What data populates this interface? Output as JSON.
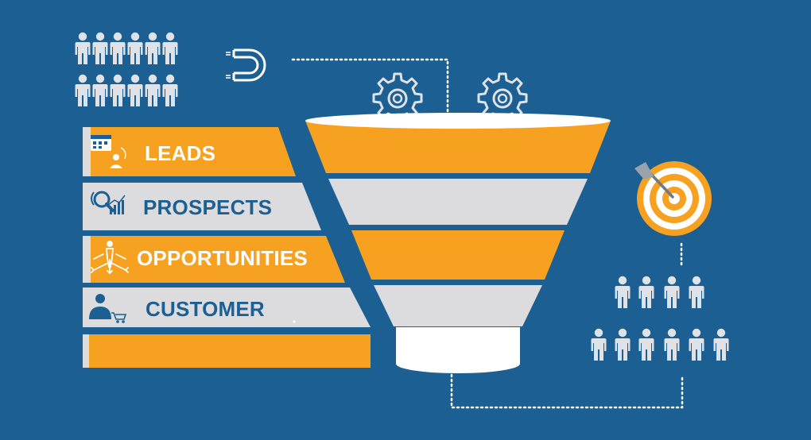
{
  "stages": [
    {
      "label": "LEADS",
      "icon": "leads-icon"
    },
    {
      "label": "PROSPECTS",
      "icon": "prospects-icon"
    },
    {
      "label": "OPPORTUNITIES",
      "icon": "opportunities-icon"
    },
    {
      "label": "CUSTOMER",
      "icon": "customer-icon"
    }
  ],
  "colors": {
    "background": "#1b5f93",
    "orange": "#f7a120",
    "light": "#dcdcdf",
    "white": "#ffffff",
    "people": "#dfe2e6",
    "label_on_orange": "#ffffff",
    "label_on_light": "#1b5f93"
  },
  "icons": [
    "people-group-icon",
    "magnet-icon",
    "gear-icon",
    "funnel-icon",
    "target-icon",
    "dart-icon"
  ]
}
